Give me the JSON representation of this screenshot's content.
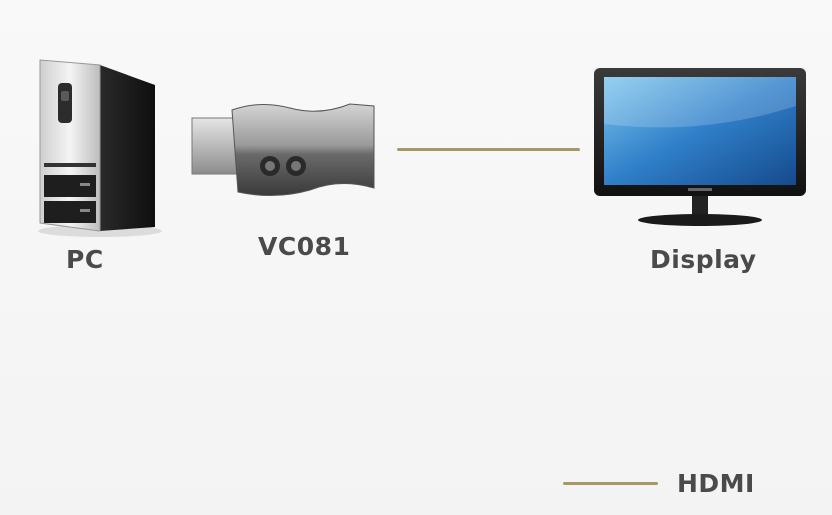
{
  "devices": {
    "pc": {
      "label": "PC",
      "icon": "pc-tower-icon"
    },
    "adapter": {
      "label": "VC081",
      "icon": "hdmi-adapter-icon"
    },
    "display": {
      "label": "Display",
      "icon": "monitor-icon"
    }
  },
  "legend": {
    "hdmi_label": "HDMI"
  },
  "colors": {
    "hdmi_cable": "#a89767",
    "label_text": "#4a4a4a",
    "background": "#f6f6f6"
  }
}
